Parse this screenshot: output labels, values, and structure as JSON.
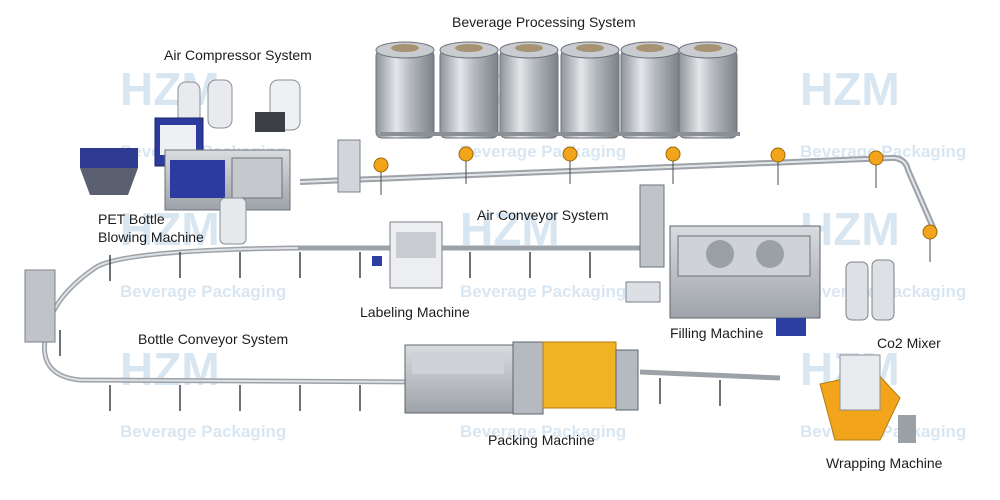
{
  "watermark": {
    "logo_text": "HZM",
    "tagline": "Beverage Packaging",
    "color": "#b9d3e8"
  },
  "labels": {
    "beverage_processing": "Beverage Processing System",
    "air_compressor": "Air Compressor System",
    "pet_bottle_line1": "PET Bottle",
    "pet_bottle_line2": "Blowing Machine",
    "air_conveyor": "Air Conveyor System",
    "labeling": "Labeling Machine",
    "filling": "Filling Machine",
    "co2_mixer": "Co2 Mixer",
    "bottle_conveyor": "Bottle Conveyor System",
    "packing": "Packing Machine",
    "wrapping": "Wrapping Machine"
  },
  "colors": {
    "steel": "#b8bcc2",
    "steel_dark": "#7d8288",
    "blue": "#2b3fa0",
    "orange": "#f2a51a",
    "yellow": "#f0b323"
  }
}
